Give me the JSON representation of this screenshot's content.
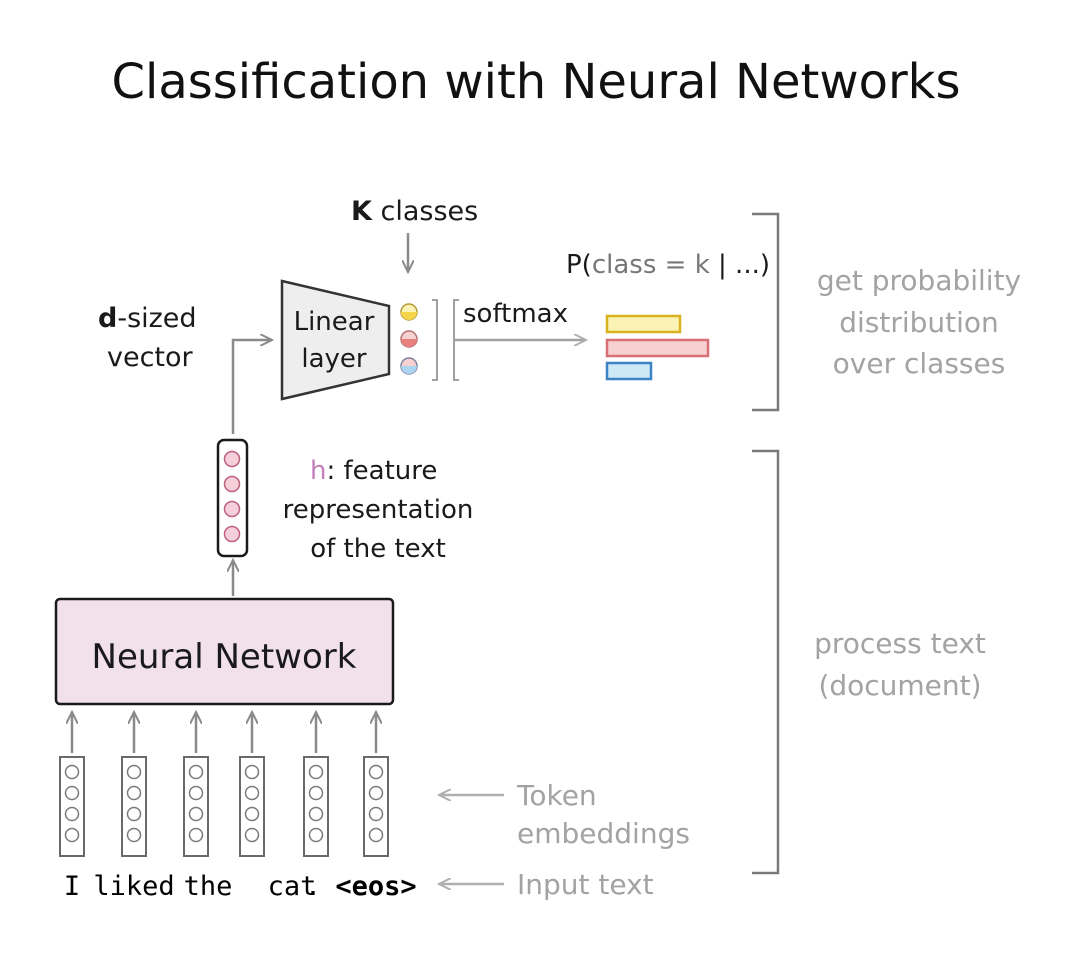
{
  "title": "Classification with Neural Networks",
  "classifier": {
    "k_bold": "K",
    "k_rest": " classes",
    "linear_line1": "Linear",
    "linear_line2": "layer",
    "d_bold": "d",
    "d_rest": "-sized",
    "vector": "vector",
    "softmax": "softmax",
    "prob_prefix": "P(",
    "prob_class": "class",
    "prob_eq": " = ",
    "prob_k": "k",
    "prob_rest": " | ...)"
  },
  "feature": {
    "h": "h",
    "line1_rest": ": feature",
    "line2": "representation",
    "line3": "of the text"
  },
  "network": {
    "label": "Neural Network"
  },
  "input": {
    "tokens": [
      "I",
      "liked",
      "the",
      "cat",
      ".",
      "<eos>"
    ]
  },
  "side_labels": {
    "prob_lines": [
      "get probability",
      "distribution",
      "over classes"
    ],
    "process_lines": [
      "process text",
      "(document)"
    ],
    "token_emb_lines": [
      "Token",
      "embeddings"
    ],
    "input_text": "Input text"
  },
  "colors": {
    "yellow": "#d8b31e",
    "yellow_fill": "#fbf3b6",
    "red": "#d96f76",
    "red_fill": "#f7d0d0",
    "blue": "#3c82c4",
    "blue_fill": "#cde8f6",
    "pink": "#c27fbb",
    "network_fill": "#f2e0eb",
    "h_fill": "#f5d0da"
  }
}
